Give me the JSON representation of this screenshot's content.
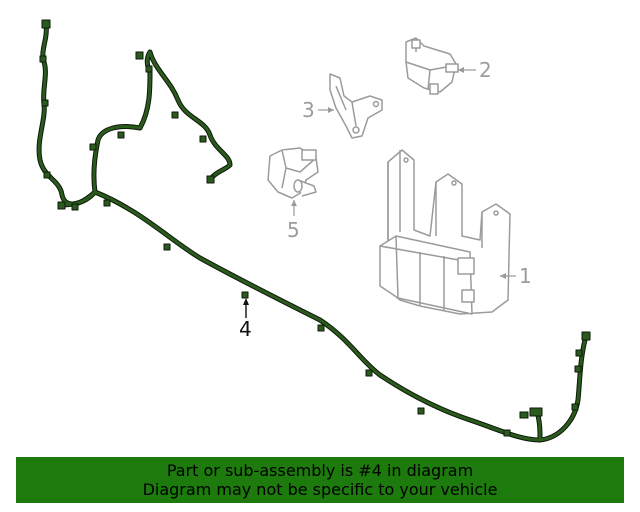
{
  "colors": {
    "harness": "#2b5a1e",
    "harness_outline": "#0d1a08",
    "part_gray": "#9b9b9b",
    "highlight_callout": "#111111",
    "banner_bg": "#1d7a0d",
    "banner_text": "#000000"
  },
  "callouts": [
    {
      "id": "1",
      "label": "1",
      "highlighted": false
    },
    {
      "id": "2",
      "label": "2",
      "highlighted": false
    },
    {
      "id": "3",
      "label": "3",
      "highlighted": false
    },
    {
      "id": "4",
      "label": "4",
      "highlighted": true
    },
    {
      "id": "5",
      "label": "5",
      "highlighted": false
    }
  ],
  "banner": {
    "line1": "Part or sub-assembly is #4 in diagram",
    "line2": "Diagram may not be specific to your vehicle"
  }
}
